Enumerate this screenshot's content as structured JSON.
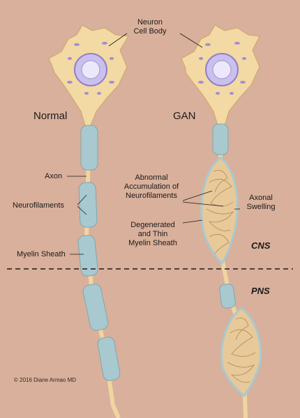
{
  "labels": {
    "cell_body_1": "Neuron",
    "cell_body_2": "Cell Body",
    "normal": "Normal",
    "gan": "GAN",
    "axon": "Axon",
    "neurofilaments": "Neurofilaments",
    "myelin_sheath": "Myelin Sheath",
    "abnormal_1": "Abnormal",
    "abnormal_2": "Accumulation of",
    "abnormal_3": "Neurofilaments",
    "swelling_1": "Axonal",
    "swelling_2": "Swelling",
    "degenerated_1": "Degenerated",
    "degenerated_2": "and Thin",
    "degenerated_3": "Myelin Sheath",
    "cns": "CNS",
    "pns": "PNS",
    "copyright": "© 2016 Diane Armao MD"
  },
  "colors": {
    "background": "#d9b09b",
    "cell_body": "#f3d9a3",
    "myelin": "#a8c9cf",
    "nucleus": "#c9c0ee",
    "organelles": "#a58bd6",
    "swelling": "#e7c99a"
  }
}
